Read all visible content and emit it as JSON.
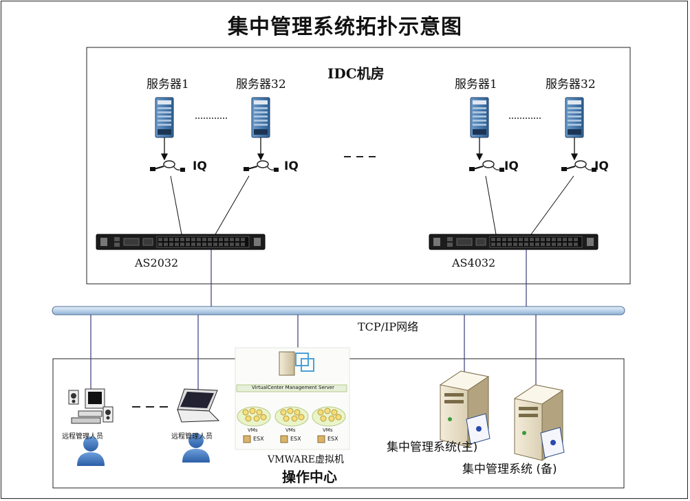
{
  "title": "集中管理系统拓扑示意图",
  "idc": {
    "label": "IDC机房",
    "servers": [
      "服务器1",
      "服务器32",
      "服务器1",
      "服务器32"
    ],
    "iq_label": "IQ",
    "switches": [
      "AS2032",
      "AS4032"
    ]
  },
  "network": {
    "label": "TCP/IP网络"
  },
  "ops": {
    "label": "操作中心",
    "remote_admins": [
      "远程管理人员",
      "远程管理人员"
    ],
    "vmware": {
      "label": "VMWARE虚拟机",
      "vc_server": "VirtualCenter Management Server",
      "vm_label": "VMs",
      "esx_label": "ESX"
    },
    "mgmt_primary": "集中管理系统(主)",
    "mgmt_backup": "集中管理系统 (备)"
  },
  "colors": {
    "network_bar": "#bcd3ea",
    "lines": "#3a3a7a",
    "server_blue": "#4a7fb3",
    "person_blue": "#3b6fb6"
  }
}
